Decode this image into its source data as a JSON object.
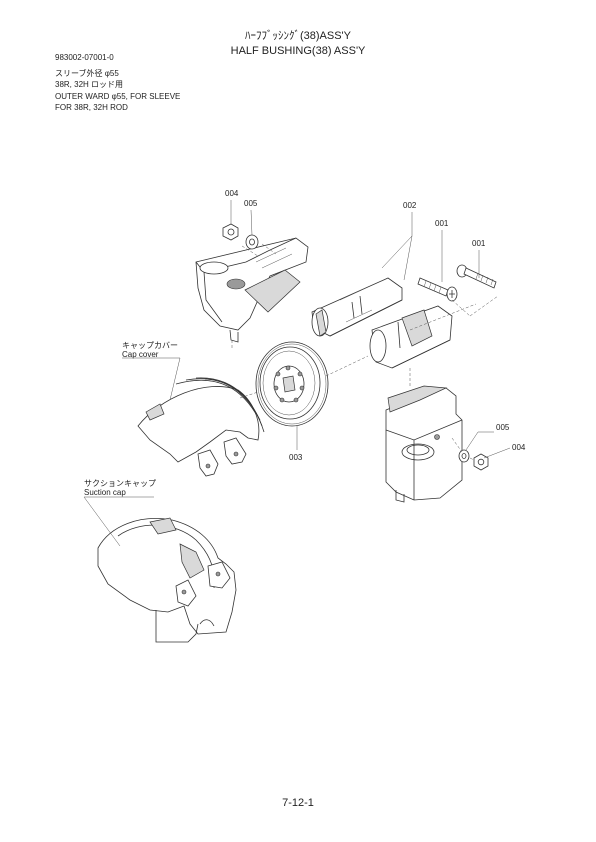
{
  "header": {
    "title_jp": "ﾊｰﾌﾌﾞｯｼﾝｸﾞ(38)ASS'Y",
    "title_en": "HALF BUSHING(38) ASS'Y"
  },
  "meta": {
    "part_number": "983002-07001-0",
    "spec_jp_1": "スリーブ外径 φ55",
    "spec_jp_2": "38R, 32H ロッド用",
    "spec_en_1": "OUTER WARD  φ55, FOR SLEEVE",
    "spec_en_2": "FOR 38R, 32H ROD"
  },
  "callouts": {
    "c004_top": "004",
    "c005_top": "005",
    "c002": "002",
    "c001_a": "001",
    "c001_b": "001",
    "c003": "003",
    "c005_right": "005",
    "c004_right": "004"
  },
  "labels": {
    "cap_cover_jp": "キャップカバー",
    "cap_cover_en": "Cap cover",
    "suction_cap_jp": "サクションキャップ",
    "suction_cap_en": "Suction cap"
  },
  "footer": {
    "page_number": "7-12-1"
  }
}
